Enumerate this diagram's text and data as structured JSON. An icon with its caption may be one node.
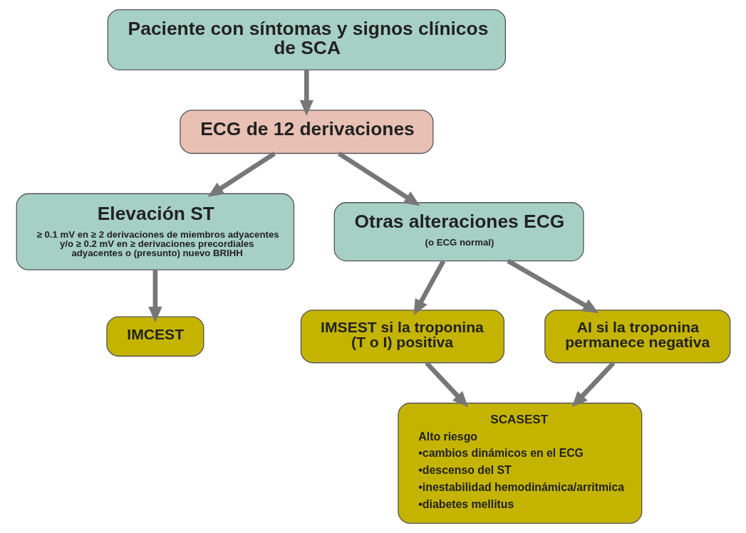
{
  "diagram": {
    "nodes": [
      {
        "text": [
          "Paciente con síntomas y signos clínicos de SCA"
        ]
      },
      {
        "text": [
          "ECG de 12 derivaciones"
        ]
      },
      {
        "text": [
          "Elevación ST",
          "≥ 0.1 mV en ≥ 2 derivaciones de miembros adyacentes y/o ≥ 0.2 mV en ≥ derivaciones precordiales adyacentes o (presunto) nuevo BRIHH"
        ]
      },
      {
        "text": [
          "Otras alteraciones ECG",
          "(o ECG normal)"
        ]
      },
      {
        "text": [
          "IMCEST"
        ]
      },
      {
        "text": [
          "IMSEST si la troponina (T o I) positiva"
        ]
      },
      {
        "text": [
          "AI si la troponina permanece negativa"
        ]
      },
      {
        "text": [
          "SCASEST",
          "Alto riesgo",
          "•cambios dinámicos en el ECG",
          "•descenso del ST",
          "•inestabilidad hemodinámica/arritmica",
          "•diabetes mellitus"
        ]
      }
    ],
    "edges": [
      {
        "from": 0,
        "to": 1,
        "arrow": "to"
      },
      {
        "from": 1,
        "to": 2,
        "arrow": "to"
      },
      {
        "from": 1,
        "to": 3,
        "arrow": "to"
      },
      {
        "from": 2,
        "to": 4,
        "arrow": "to"
      },
      {
        "from": 3,
        "to": 5,
        "arrow": "to"
      },
      {
        "from": 3,
        "to": 6,
        "arrow": "to"
      },
      {
        "from": 5,
        "to": 7,
        "arrow": "to"
      },
      {
        "from": 6,
        "to": 7,
        "arrow": "to"
      }
    ]
  }
}
